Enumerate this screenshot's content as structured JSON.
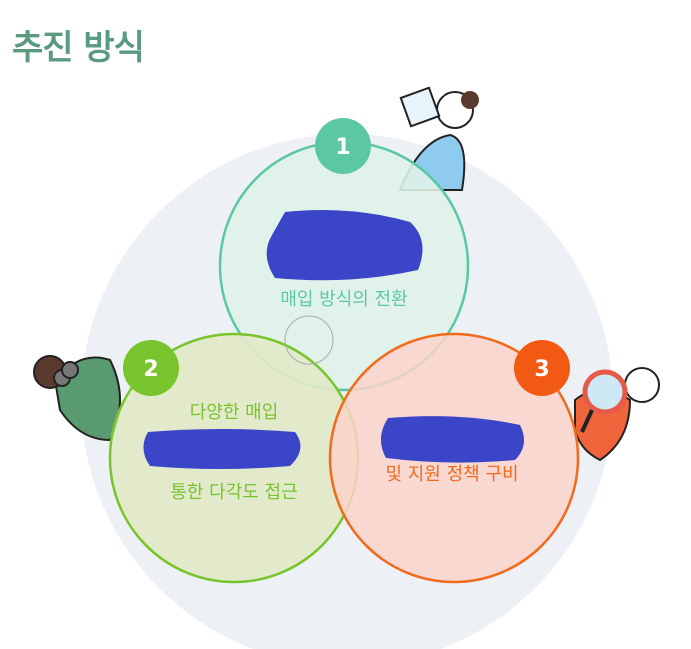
{
  "page": {
    "title": "추진 방식"
  },
  "steps": [
    {
      "number": "1",
      "lines": [
        "매입 방식의 전환"
      ],
      "color": "#5cc7a4",
      "fill": "#dff2e9"
    },
    {
      "number": "2",
      "lines": [
        "다양한 매입",
        "통한 다각도 접근"
      ],
      "color": "#78c42c",
      "fill": "#e1e9c7"
    },
    {
      "number": "3",
      "lines": [
        "및 지원 정책 구비"
      ],
      "color": "#f26a1b",
      "fill": "#fbd3cb"
    }
  ],
  "colors": {
    "title": "#5a9a7f",
    "background_circle": "#edf0f5",
    "redaction": "#3a45c8"
  }
}
